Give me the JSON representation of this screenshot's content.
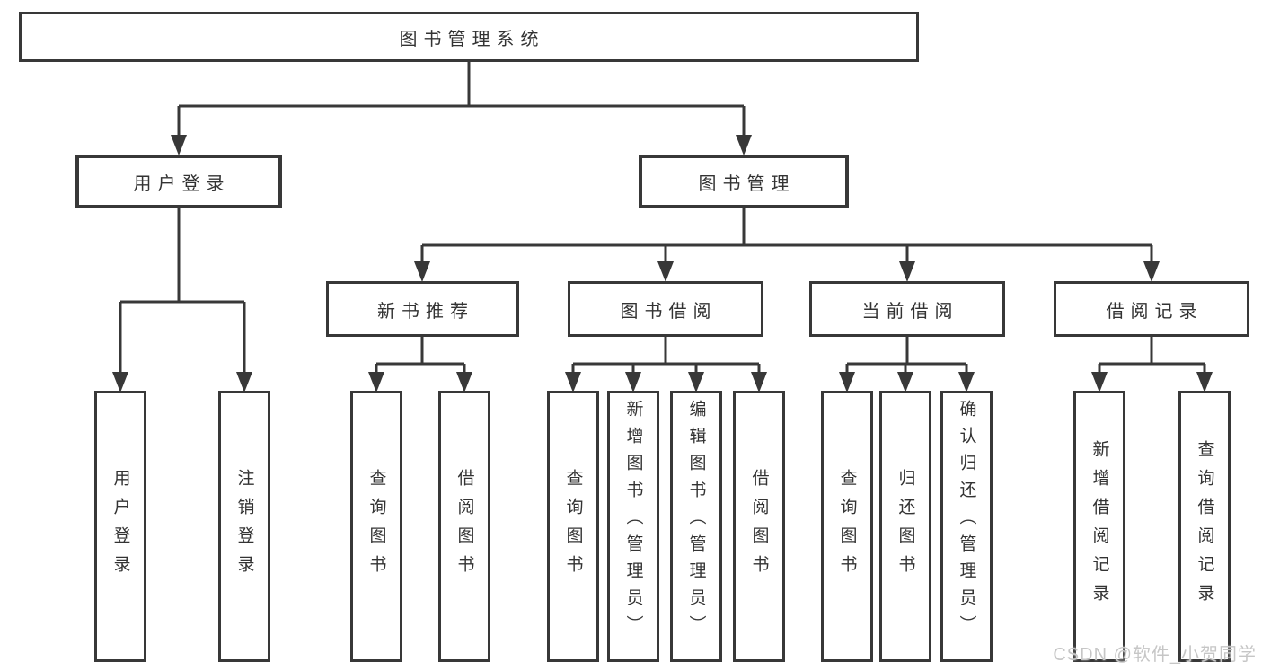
{
  "title": "图书管理系统",
  "branches": {
    "user_login": {
      "label": "用户登录",
      "children": [
        {
          "label": "用户登录"
        },
        {
          "label": "注销登录"
        }
      ]
    },
    "book_mgmt": {
      "label": "图书管理",
      "sections": [
        {
          "label": "新书推荐",
          "children": [
            {
              "label": "查询图书"
            },
            {
              "label": "借阅图书"
            }
          ]
        },
        {
          "label": "图书借阅",
          "children": [
            {
              "label": "查询图书"
            },
            {
              "label": "新增图书（管理员）"
            },
            {
              "label": "编辑图书（管理员）"
            },
            {
              "label": "借阅图书"
            }
          ]
        },
        {
          "label": "当前借阅",
          "children": [
            {
              "label": "查询图书"
            },
            {
              "label": "归还图书"
            },
            {
              "label": "确认归还（管理员）"
            }
          ]
        },
        {
          "label": "借阅记录",
          "children": [
            {
              "label": "新增借阅记录"
            },
            {
              "label": "查询借阅记录"
            }
          ]
        }
      ]
    }
  },
  "watermark": {
    "text": "CSDN @软件_小贺同学"
  },
  "colors": {
    "line": "#383838",
    "text": "#333333",
    "bg": "#ffffff",
    "watermark": "#c6c6c6"
  }
}
